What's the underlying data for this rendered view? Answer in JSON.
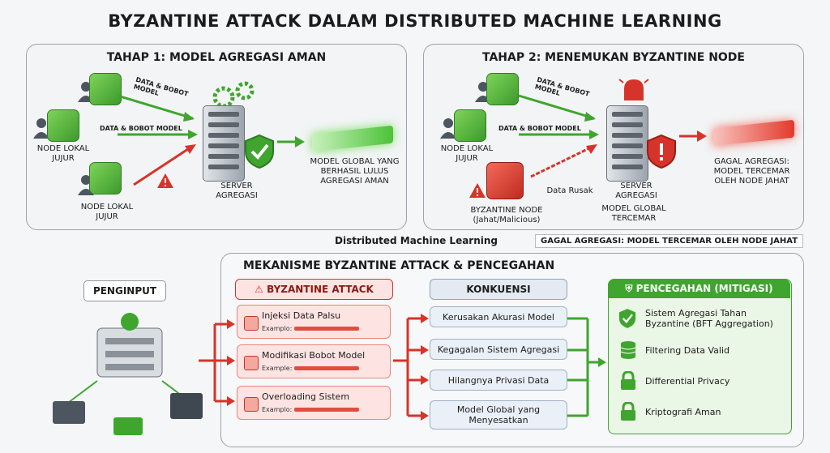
{
  "title": "BYZANTINE ATTACK DALAM DISTRIBUTED MACHINE LEARNING",
  "stage1": {
    "title": "TAHAP 1: MODEL AGREGASI AMAN",
    "arrow_top": "DATA & BOBOT MODEL",
    "arrow_mid": "DATA & BOBOT MODEL",
    "node_left": "NODE LOKAL JUJUR",
    "node_bottom": "NODE LOKAL JUJUR",
    "server": "SERVER AGREGASI",
    "result": "MODEL GLOBAL YANG BERHASIL LULUS AGREGASI AMAN"
  },
  "stage2": {
    "title": "TAHAP 2: MENEMUKAN BYZANTINE NODE",
    "arrow_top": "DATA & BOBOT MODEL",
    "arrow_mid": "DATA & BOBOT MODEL",
    "node_left": "NODE LOKAL JUJUR",
    "byz_node": "BYZANTINE NODE (Jahat/Malicious)",
    "corrupt": "Data Rusak",
    "server": "SERVER AGREGASI",
    "server_sub": "MODEL GLOBAL TERCEMAR",
    "result": "GAGAL AGREGASI: MODEL TERCEMAR OLEH NODE JAHAT"
  },
  "footer_dml": "Distributed Machine Learning",
  "footer_fail": "GAGAL AGREGASI: MODEL TERCEMAR OLEH NODE JAHAT",
  "mech": {
    "title": "MEKANISME BYZANTINE ATTACK & PENCEGAHAN",
    "input": "PENGINPUT",
    "attack_head": "BYZANTINE ATTACK",
    "attacks": [
      {
        "name": "Injeksi Data Palsu",
        "example": "Examplo:"
      },
      {
        "name": "Modifikasi Bobot Model",
        "example": "Example:"
      },
      {
        "name": "Overloading Sistem",
        "example": "Examplo:"
      }
    ],
    "conseq_head": "KONKUENSI",
    "consequences": [
      "Kerusakan Akurasi Model",
      "Kegagalan Sistem Agregasi",
      "Hilangnya Privasi Data",
      "Model Global yang Menyesatkan"
    ],
    "prevent_head": "PENCEGAHAN (MITIGASI)",
    "preventions": [
      "Sistem Agregasi Tahan Byzantine (BFT Aggregation)",
      "Filtering Data Valid",
      "Differential Privacy",
      "Kriptografi Aman"
    ]
  },
  "colors": {
    "green": "#3c9a2c",
    "red": "#d6342a",
    "blue": "#5a7ca3"
  }
}
